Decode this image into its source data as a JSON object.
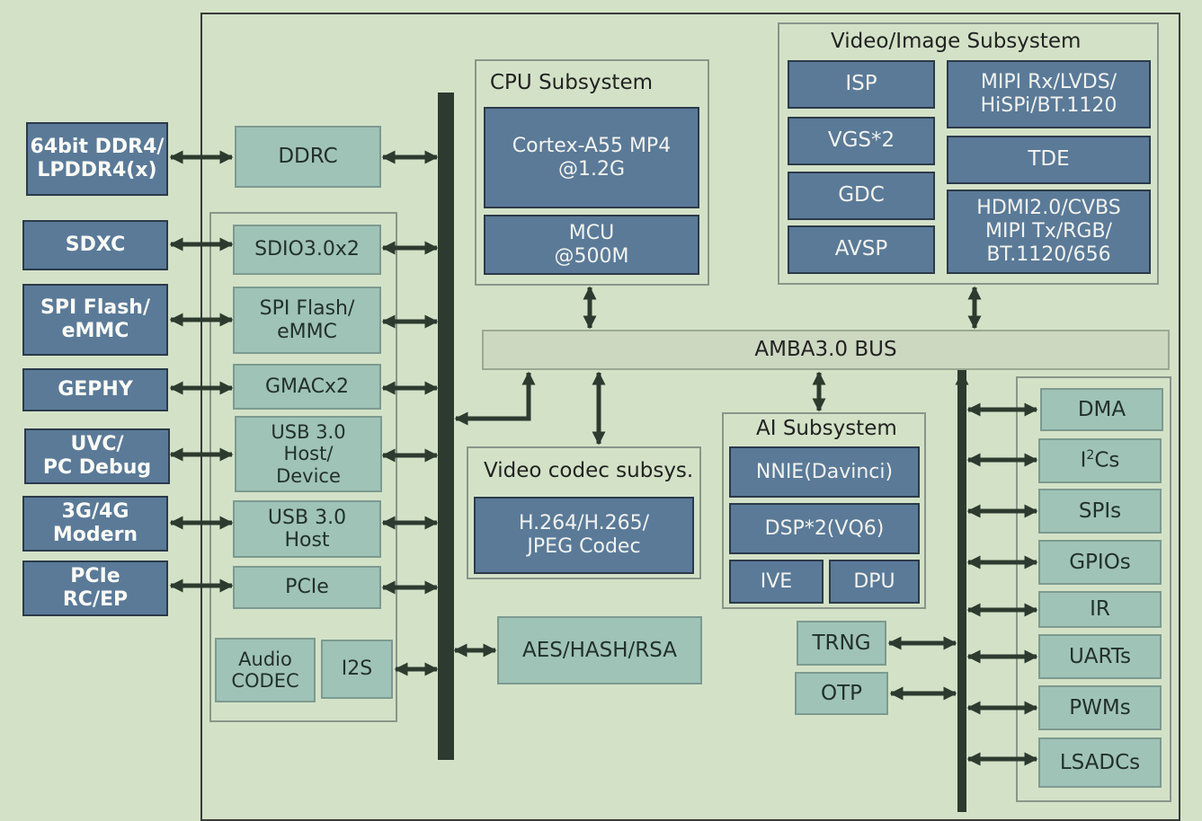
{
  "external": {
    "ddr": "64bit DDR4/\nLPDDR4(x)",
    "sdxc": "SDXC",
    "spi_flash": "SPI Flash/\neMMC",
    "gephy": "GEPHY",
    "uvc": "UVC/\nPC Debug",
    "modem": "3G/4G\nModern",
    "pcie": "PCIe\nRC/EP"
  },
  "ctrl": {
    "ddrc": "DDRC",
    "sdio": "SDIO3.0x2",
    "spi_flash": "SPI Flash/\neMMC",
    "gmac": "GMACx2",
    "usb_host_device": "USB 3.0\nHost/\nDevice",
    "usb_host": "USB 3.0\nHost",
    "pcie": "PCIe",
    "audio_codec": "Audio\nCODEC",
    "i2s": "I2S"
  },
  "cpu": {
    "title": "CPU Subsystem",
    "cortex": "Cortex-A55 MP4\n@1.2G",
    "mcu": "MCU\n@500M"
  },
  "video": {
    "title": "Video/Image Subsystem",
    "isp": "ISP",
    "vgs": "VGS*2",
    "gdc": "GDC",
    "avsp": "AVSP",
    "mipi_rx": "MIPI Rx/LVDS/\nHiSPi/BT.1120",
    "tde": "TDE",
    "hdmi": "HDMI2.0/CVBS\nMIPI Tx/RGB/\nBT.1120/656"
  },
  "bus": {
    "label": "AMBA3.0 BUS"
  },
  "codec": {
    "title": "Video codec subsys.",
    "label": "H.264/H.265/\nJPEG Codec"
  },
  "crypto": {
    "label": "AES/HASH/RSA"
  },
  "ai": {
    "title": "AI Subsystem",
    "nnie": "NNIE(Davinci)",
    "dsp": "DSP*2(VQ6)",
    "ive": "IVE",
    "dpu": "DPU"
  },
  "security": {
    "trng": "TRNG",
    "otp": "OTP"
  },
  "peripherals": {
    "dma": "DMA",
    "i2c_prefix": "I",
    "i2c_sup": "2",
    "i2c_suffix": "Cs",
    "spis": "SPIs",
    "gpios": "GPIOs",
    "ir": "IR",
    "uarts": "UARTs",
    "pwms": "PWMs",
    "lsadcs": "LSADCs"
  }
}
